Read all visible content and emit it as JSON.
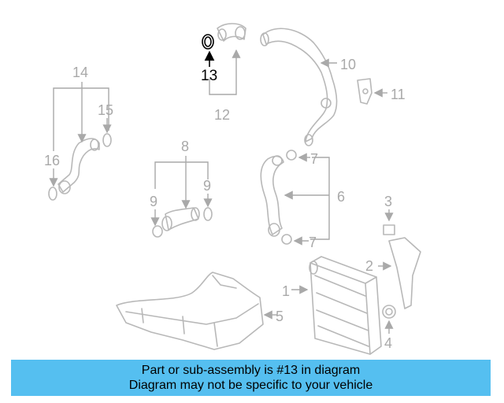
{
  "callouts": {
    "c1": "1",
    "c2": "2",
    "c3": "3",
    "c4": "4",
    "c5": "5",
    "c6": "6",
    "c7a": "7",
    "c7b": "7",
    "c8": "8",
    "c9a": "9",
    "c9b": "9",
    "c10": "10",
    "c11": "11",
    "c12": "12",
    "c13": "13",
    "c14": "14",
    "c15": "15",
    "c16": "16"
  },
  "highlight_part": "13",
  "colors": {
    "banner": "#55bff0",
    "highlight": "#000000",
    "parts": "#b8b8b8"
  },
  "banner": {
    "line1": "Part or sub-assembly is #13 in diagram",
    "line2": "Diagram may not be specific to your vehicle"
  }
}
